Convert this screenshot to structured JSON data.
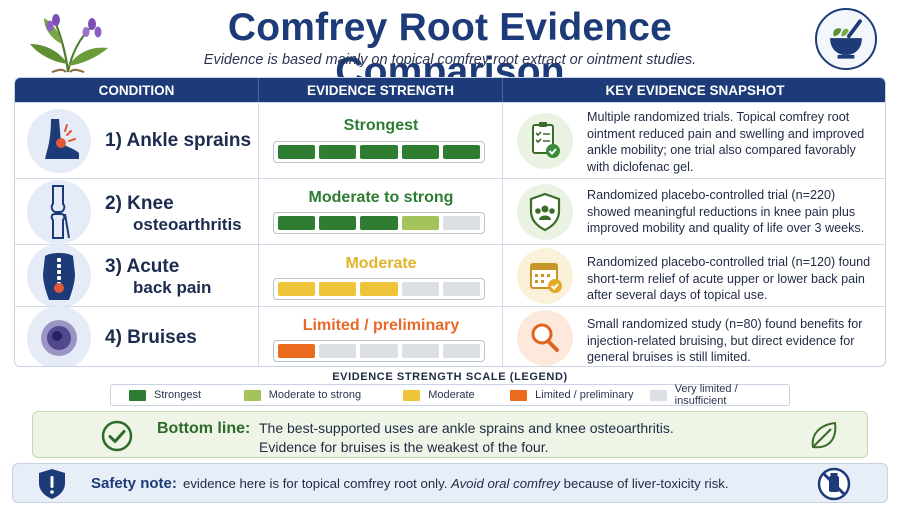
{
  "header": {
    "title": "Comfrey Root Evidence Comparison",
    "subtitle": "Evidence is based mainly on topical comfrey root extract or ointment studies."
  },
  "table": {
    "columns": [
      "CONDITION",
      "EVIDENCE STRENGTH",
      "KEY EVIDENCE SNAPSHOT"
    ],
    "rows": [
      {
        "condition_line1": "1) Ankle sprains",
        "condition_line2": "",
        "condition_icon": "ankle-icon",
        "evidence_label": "Strongest",
        "evidence_color": "#2e7d32",
        "filled_segments": 5,
        "segment_colors": [
          "#2e7d32",
          "#2e7d32",
          "#2e7d32",
          "#2e7d32",
          "#2e7d32"
        ],
        "snapshot_icon": "checklist-icon",
        "snapshot": "Multiple randomized trials. Topical comfrey root ointment reduced pain and swelling and improved ankle mobility; one trial also compared favorably with diclofenac gel."
      },
      {
        "condition_line1": "2) Knee",
        "condition_line2": "osteoarthritis",
        "condition_icon": "knee-joint-icon",
        "evidence_label": "Moderate to strong",
        "evidence_color": "#2e7d32",
        "filled_segments": 4,
        "segment_colors": [
          "#2e7d32",
          "#2e7d32",
          "#2e7d32",
          "#a4c35a",
          "#dcdfe3"
        ],
        "snapshot_icon": "shield-people-icon",
        "snapshot": "Randomized placebo-controlled trial (n=220) showed meaningful reductions in knee pain plus improved mobility and quality of life over 3 weeks."
      },
      {
        "condition_line1": "3) Acute",
        "condition_line2": "back pain",
        "condition_icon": "back-spine-icon",
        "evidence_label": "Moderate",
        "evidence_color": "#e0b42a",
        "filled_segments": 3,
        "segment_colors": [
          "#f0c43a",
          "#f0c43a",
          "#f0c43a",
          "#dcdfe3",
          "#dcdfe3"
        ],
        "snapshot_icon": "calendar-check-icon",
        "snapshot": "Randomized placebo-controlled trial (n=120) found short-term relief of acute upper or lower back pain after several days of topical use."
      },
      {
        "condition_line1": "4) Bruises",
        "condition_line2": "",
        "condition_icon": "bruise-icon",
        "evidence_label": "Limited / preliminary",
        "evidence_color": "#e8692a",
        "filled_segments": 1,
        "segment_colors": [
          "#ea6a1e",
          "#dcdfe3",
          "#dcdfe3",
          "#dcdfe3",
          "#dcdfe3"
        ],
        "snapshot_icon": "magnifier-icon",
        "snapshot": "Small randomized study (n=80) found benefits for injection-related bruising, but direct evidence for general bruises is still limited."
      }
    ]
  },
  "legend": {
    "title": "EVIDENCE STRENGTH SCALE (LEGEND)",
    "items": [
      {
        "label": "Strongest",
        "color": "#2e7d32"
      },
      {
        "label": "Moderate to strong",
        "color": "#a4c35a"
      },
      {
        "label": "Moderate",
        "color": "#f0c43a"
      },
      {
        "label": "Limited / preliminary",
        "color": "#ea6a1e"
      },
      {
        "label": "Very limited / insufficient",
        "color": "#dcdfe3"
      }
    ]
  },
  "bottom_line": {
    "label": "Bottom line:",
    "line1": "The best-supported uses are ankle sprains and knee osteoarthritis.",
    "line2": "Evidence for bruises is the weakest of the four."
  },
  "safety": {
    "label": "Safety note:",
    "text_plain": "evidence here is for topical comfrey root only. ",
    "text_italic": "Avoid oral comfrey",
    "text_tail": " because of liver-toxicity risk."
  }
}
